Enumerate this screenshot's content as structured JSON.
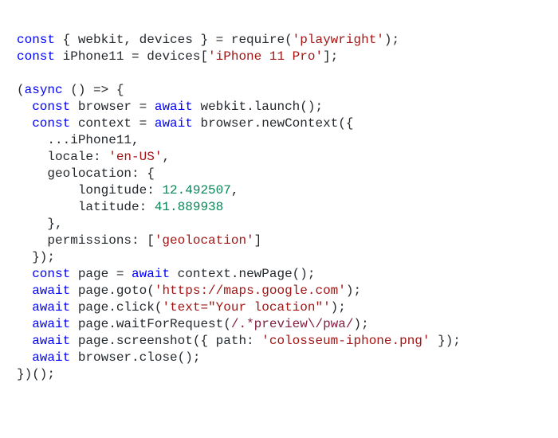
{
  "colors": {
    "keyword": "#0000ff",
    "string": "#a31515",
    "number": "#098658",
    "regex": "#811f3f",
    "text": "#24292e",
    "background": "#ffffff"
  },
  "code": {
    "lines": [
      [
        {
          "t": "kw",
          "v": "const"
        },
        {
          "t": "p",
          "v": " { webkit, devices } = require("
        },
        {
          "t": "str",
          "v": "'playwright'"
        },
        {
          "t": "p",
          "v": ");"
        }
      ],
      [
        {
          "t": "kw",
          "v": "const"
        },
        {
          "t": "p",
          "v": " iPhone11 = devices["
        },
        {
          "t": "str",
          "v": "'iPhone 11 Pro'"
        },
        {
          "t": "p",
          "v": "];"
        }
      ],
      [],
      [
        {
          "t": "p",
          "v": "("
        },
        {
          "t": "kw",
          "v": "async"
        },
        {
          "t": "p",
          "v": " () => {"
        }
      ],
      [
        {
          "t": "p",
          "v": "  "
        },
        {
          "t": "kw",
          "v": "const"
        },
        {
          "t": "p",
          "v": " browser = "
        },
        {
          "t": "kw",
          "v": "await"
        },
        {
          "t": "p",
          "v": " webkit.launch();"
        }
      ],
      [
        {
          "t": "p",
          "v": "  "
        },
        {
          "t": "kw",
          "v": "const"
        },
        {
          "t": "p",
          "v": " context = "
        },
        {
          "t": "kw",
          "v": "await"
        },
        {
          "t": "p",
          "v": " browser.newContext({"
        }
      ],
      [
        {
          "t": "p",
          "v": "    ...iPhone11,"
        }
      ],
      [
        {
          "t": "p",
          "v": "    locale: "
        },
        {
          "t": "str",
          "v": "'en-US'"
        },
        {
          "t": "p",
          "v": ","
        }
      ],
      [
        {
          "t": "p",
          "v": "    geolocation: {"
        }
      ],
      [
        {
          "t": "p",
          "v": "        longitude: "
        },
        {
          "t": "num",
          "v": "12.492507"
        },
        {
          "t": "p",
          "v": ","
        }
      ],
      [
        {
          "t": "p",
          "v": "        latitude: "
        },
        {
          "t": "num",
          "v": "41.889938"
        }
      ],
      [
        {
          "t": "p",
          "v": "    },"
        }
      ],
      [
        {
          "t": "p",
          "v": "    permissions: ["
        },
        {
          "t": "str",
          "v": "'geolocation'"
        },
        {
          "t": "p",
          "v": "]"
        }
      ],
      [
        {
          "t": "p",
          "v": "  });"
        }
      ],
      [
        {
          "t": "p",
          "v": "  "
        },
        {
          "t": "kw",
          "v": "const"
        },
        {
          "t": "p",
          "v": " page = "
        },
        {
          "t": "kw",
          "v": "await"
        },
        {
          "t": "p",
          "v": " context.newPage();"
        }
      ],
      [
        {
          "t": "p",
          "v": "  "
        },
        {
          "t": "kw",
          "v": "await"
        },
        {
          "t": "p",
          "v": " page.goto("
        },
        {
          "t": "str",
          "v": "'https://maps.google.com'"
        },
        {
          "t": "p",
          "v": ");"
        }
      ],
      [
        {
          "t": "p",
          "v": "  "
        },
        {
          "t": "kw",
          "v": "await"
        },
        {
          "t": "p",
          "v": " page.click("
        },
        {
          "t": "str",
          "v": "'text=\"Your location\"'"
        },
        {
          "t": "p",
          "v": ");"
        }
      ],
      [
        {
          "t": "p",
          "v": "  "
        },
        {
          "t": "kw",
          "v": "await"
        },
        {
          "t": "p",
          "v": " page.waitForRequest("
        },
        {
          "t": "regex",
          "v": "/.*preview\\/pwa/"
        },
        {
          "t": "p",
          "v": ");"
        }
      ],
      [
        {
          "t": "p",
          "v": "  "
        },
        {
          "t": "kw",
          "v": "await"
        },
        {
          "t": "p",
          "v": " page.screenshot({ path: "
        },
        {
          "t": "str",
          "v": "'colosseum-iphone.png'"
        },
        {
          "t": "p",
          "v": " });"
        }
      ],
      [
        {
          "t": "p",
          "v": "  "
        },
        {
          "t": "kw",
          "v": "await"
        },
        {
          "t": "p",
          "v": " browser.close();"
        }
      ],
      [
        {
          "t": "p",
          "v": "})();"
        }
      ]
    ]
  }
}
